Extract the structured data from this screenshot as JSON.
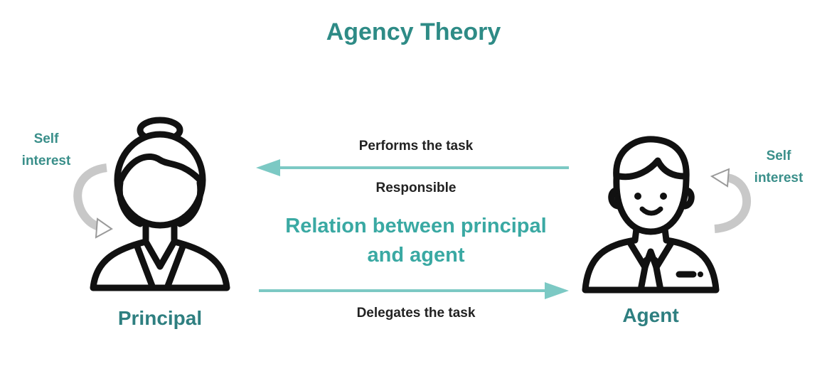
{
  "title": "Agency Theory",
  "principal": {
    "name": "Principal",
    "self_interest_line1": "Self",
    "self_interest_line2": "interest"
  },
  "agent": {
    "name": "Agent",
    "self_interest_line1": "Self",
    "self_interest_line2": "interest"
  },
  "flows": {
    "performs": "Performs the task",
    "responsible": "Responsible",
    "delegates": "Delegates the task"
  },
  "relation": {
    "line1": "Relation between principal",
    "line2": "and agent"
  },
  "colors": {
    "title": "#2e8b86",
    "arrow": "#7cc9c4",
    "relation": "#3aa9a3",
    "icon_stroke": "#111111",
    "curve_arrow": "#c8c8c8"
  }
}
